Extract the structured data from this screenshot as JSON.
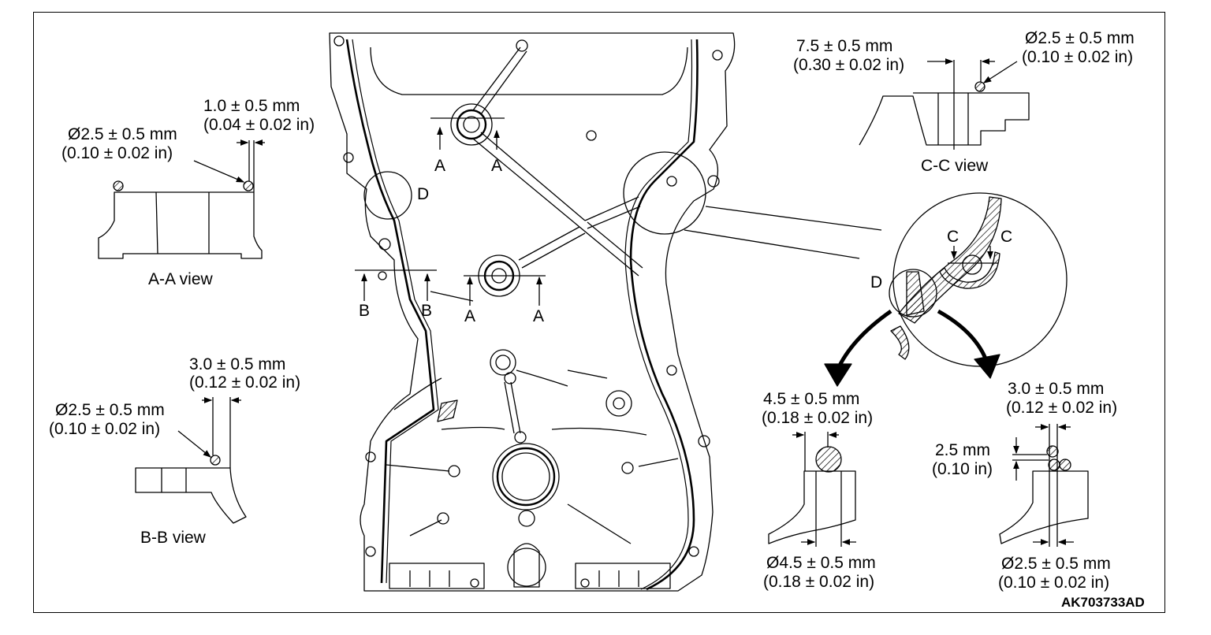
{
  "figure_code": "AK703733AD",
  "views": {
    "aa": {
      "title": "A-A view",
      "gap_dim": {
        "metric": "1.0 ± 0.5 mm",
        "imperial": "(0.04 ± 0.02 in)"
      },
      "bead_dim": {
        "metric": "Ø2.5 ± 0.5 mm",
        "imperial": "(0.10 ± 0.02 in)"
      }
    },
    "bb": {
      "title": "B-B view",
      "gap_dim": {
        "metric": "3.0 ± 0.5 mm",
        "imperial": "(0.12 ± 0.02 in)"
      },
      "bead_dim": {
        "metric": "Ø2.5 ± 0.5 mm",
        "imperial": "(0.10 ± 0.02 in)"
      }
    },
    "cc": {
      "title": "C-C view",
      "gap_dim": {
        "metric": "7.5 ± 0.5 mm",
        "imperial": "(0.30 ± 0.02 in)"
      },
      "bead_dim": {
        "metric": "Ø2.5 ± 0.5 mm",
        "imperial": "(0.10 ± 0.02 in)"
      }
    },
    "d_left": {
      "top_dim": {
        "metric": "4.5 ± 0.5 mm",
        "imperial": "(0.18 ± 0.02 in)"
      },
      "bottom_dim": {
        "metric": "Ø4.5 ± 0.5 mm",
        "imperial": "(0.18 ± 0.02 in)"
      }
    },
    "d_right": {
      "top_dim": {
        "metric": "3.0 ± 0.5 mm",
        "imperial": "(0.12 ± 0.02 in)"
      },
      "offset_dim": {
        "metric": "2.5 mm",
        "imperial": "(0.10 in)"
      },
      "bottom_dim": {
        "metric": "Ø2.5 ± 0.5 mm",
        "imperial": "(0.10 ± 0.02 in)"
      }
    }
  },
  "section_labels": {
    "a": "A",
    "b": "B",
    "c": "C",
    "d": "D"
  }
}
